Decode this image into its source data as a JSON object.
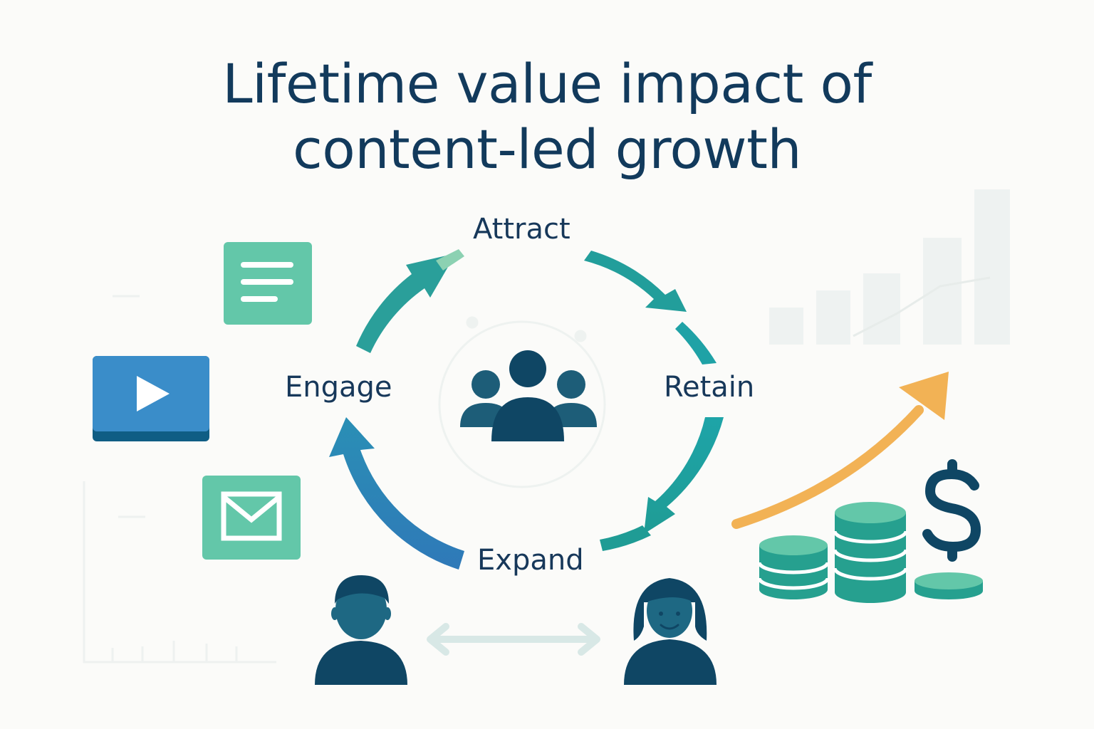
{
  "title": {
    "line1": "Lifetime value impact of",
    "line2": "content-led growth"
  },
  "cycle": {
    "stages": [
      {
        "id": "attract",
        "label": "Attract"
      },
      {
        "id": "retain",
        "label": "Retain"
      },
      {
        "id": "expand",
        "label": "Expand"
      },
      {
        "id": "engage",
        "label": "Engage"
      }
    ]
  },
  "colors": {
    "title": "#123a5c",
    "teal": "#2a9f9a",
    "teal_light": "#5fc7ac",
    "blue": "#2e7cb7",
    "navy": "#0f4664",
    "orange": "#f2b255",
    "coin": "#26a08f"
  },
  "icons": [
    "document-icon",
    "video-play-icon",
    "email-icon",
    "customer-group-icon",
    "man-avatar-icon",
    "woman-avatar-icon",
    "two-way-arrow-icon",
    "growth-arrow-icon",
    "coin-stack-icon",
    "dollar-sign-icon",
    "background-bar-chart-icon"
  ]
}
